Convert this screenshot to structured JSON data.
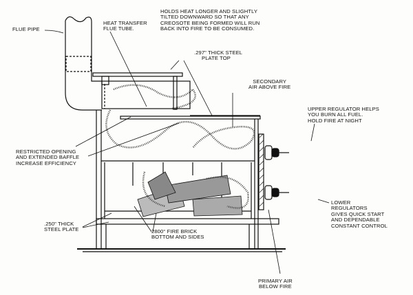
{
  "labels": {
    "flue_pipe": "FLUE PIPE",
    "heat_transfer": "HEAT TRANSFER\nFLUE TUBE.",
    "holds_heat": "HOLDS HEAT LONGER AND SLIGHTLY\nTILTED DOWNWARD SO THAT ANY\nCREOSOTE BEING FORMED WILL RUN\nBACK INTO FIRE TO BE CONSUMED.",
    "plate_top": ".297\" THICK STEEL\n     PLATE TOP",
    "secondary_air": "SECONDARY\nAIR ABOVE FIRE",
    "upper_regulator": "UPPER REGULATOR HELPS\nYOU BURN ALL FUEL.\nHOLD FIRE AT NIGHT",
    "restricted_opening": "RESTRICTED OPENING\nAND EXTENDED BAFFLE\nINCREASE EFFICIENCY",
    "lower_regulators": "LOWER\nREGULATORS\nGIVES QUICK START\nAND DEPENDABLE\nCONSTANT CONTROL",
    "steel_plate": ".250\" THICK\nSTEEL PLATE",
    "fire_brick": "2800° FIRE BRICK\nBOTTOM AND SIDES",
    "primary_air": "PRIMARY AIR\nBELOW FIRE"
  }
}
